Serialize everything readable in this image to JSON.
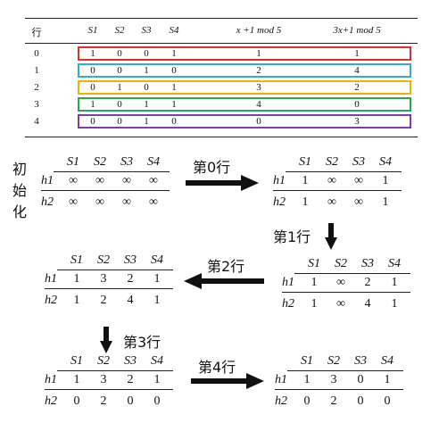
{
  "top_table": {
    "headers": [
      "行",
      "S1",
      "S2",
      "S3",
      "S4",
      "x +1 mod 5",
      "3x+1 mod 5"
    ],
    "rows": [
      [
        "0",
        "1",
        "0",
        "0",
        "1",
        "1",
        "1"
      ],
      [
        "1",
        "0",
        "0",
        "1",
        "0",
        "2",
        "4"
      ],
      [
        "2",
        "0",
        "1",
        "0",
        "1",
        "3",
        "2"
      ],
      [
        "3",
        "1",
        "0",
        "1",
        "1",
        "4",
        "0"
      ],
      [
        "4",
        "0",
        "0",
        "1",
        "0",
        "0",
        "3"
      ]
    ],
    "row_box_colors": [
      "#e0302c",
      "#35a8dc",
      "#f0b400",
      "#2aa84a",
      "#7a3fa8"
    ]
  },
  "init_label": [
    "初",
    "始",
    "化"
  ],
  "column_labels": [
    "S1",
    "S2",
    "S3",
    "S4"
  ],
  "row_labels": [
    "h1",
    "h2"
  ],
  "steps": [
    {
      "label": "第0行",
      "direction": "right"
    },
    {
      "label": "第1行",
      "direction": "down"
    },
    {
      "label": "第2行",
      "direction": "left"
    },
    {
      "label": "第3行",
      "direction": "down"
    },
    {
      "label": "第4行",
      "direction": "right"
    }
  ],
  "matrices": {
    "init": {
      "h1": [
        "∞",
        "∞",
        "∞",
        "∞"
      ],
      "h2": [
        "∞",
        "∞",
        "∞",
        "∞"
      ]
    },
    "after_row0": {
      "h1": [
        "1",
        "∞",
        "∞",
        "1"
      ],
      "h2": [
        "1",
        "∞",
        "∞",
        "1"
      ]
    },
    "after_row1": {
      "h1": [
        "1",
        "∞",
        "2",
        "1"
      ],
      "h2": [
        "1",
        "∞",
        "4",
        "1"
      ]
    },
    "after_row2": {
      "h1": [
        "1",
        "3",
        "2",
        "1"
      ],
      "h2": [
        "1",
        "2",
        "4",
        "1"
      ]
    },
    "after_row3": {
      "h1": [
        "1",
        "3",
        "2",
        "1"
      ],
      "h2": [
        "0",
        "2",
        "0",
        "0"
      ]
    },
    "after_row4": {
      "h1": [
        "1",
        "3",
        "0",
        "1"
      ],
      "h2": [
        "0",
        "2",
        "0",
        "0"
      ]
    }
  }
}
